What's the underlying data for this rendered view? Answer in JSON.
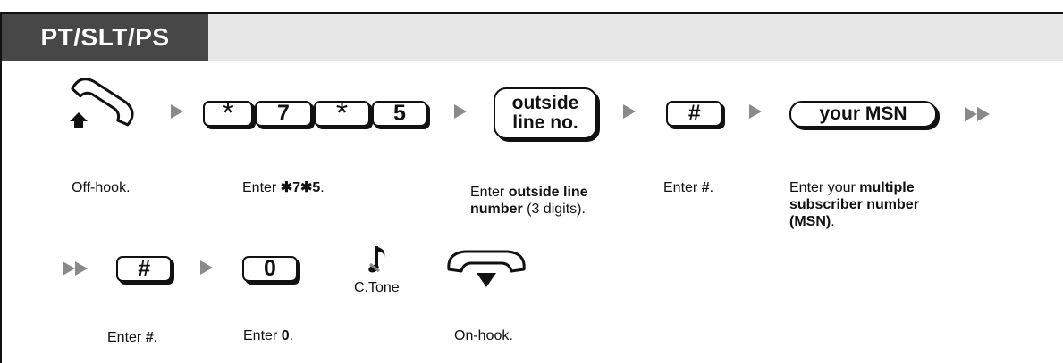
{
  "header": {
    "tab_label": "PT/SLT/PS"
  },
  "row1": {
    "keys": [
      "*",
      "7",
      "*",
      "5"
    ],
    "outside_line_box": [
      "outside",
      "line no."
    ],
    "hash_key": "#",
    "msn_box": "your MSN"
  },
  "captions": {
    "offhook": "Off-hook.",
    "enter_code_prefix": "Enter ",
    "enter_code_value": "✱7✱5",
    "enter_code_suffix": ".",
    "outside_prefix": "Enter ",
    "outside_bold1": "outside line",
    "outside_bold2": "number",
    "outside_suffix": " (3 digits).",
    "hash_prefix": "Enter ",
    "hash_bold": "#",
    "hash_suffix": ".",
    "msn_prefix": "Enter your ",
    "msn_bold1": "multiple",
    "msn_bold2": "subscriber number",
    "msn_bold3": "(MSN)",
    "msn_suffix": ".",
    "hash2_prefix": "Enter ",
    "hash2_bold": "#",
    "hash2_suffix": ".",
    "zero_prefix": "Enter ",
    "zero_bold": "0",
    "zero_suffix": ".",
    "onhook": "On-hook."
  },
  "row2": {
    "hash_key": "#",
    "zero_key": "0",
    "tone_label": "C.Tone"
  },
  "icons": [
    "offhook-handset-icon",
    "onhook-handset-icon",
    "music-note-icon",
    "arrow-icon",
    "double-arrow-icon"
  ]
}
